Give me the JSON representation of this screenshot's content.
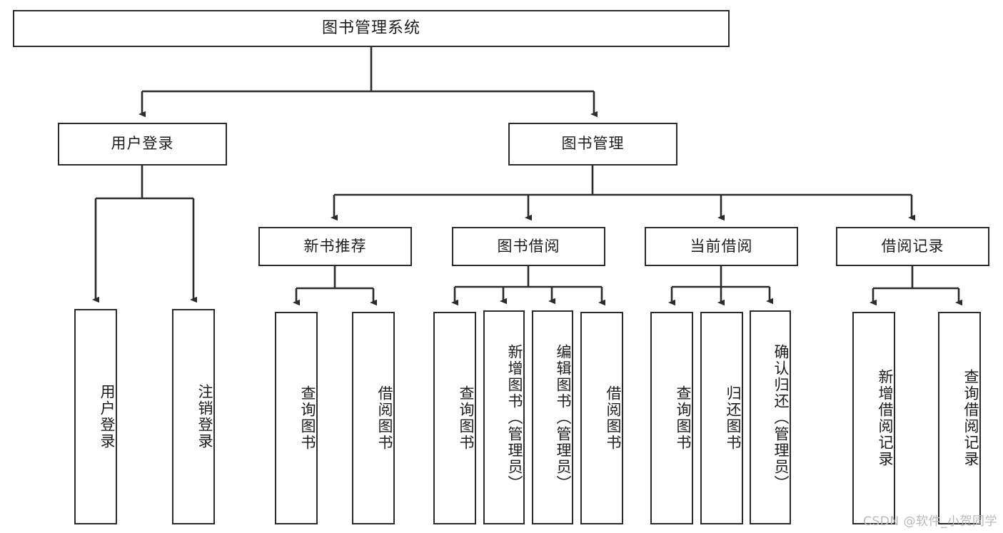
{
  "diagram": {
    "title": "图书管理系统",
    "type": "tree-hierarchy",
    "orientation": "top-down",
    "colors": {
      "background": "#ffffff",
      "box_border": "#2b2b2b",
      "box_fill": "#ffffff",
      "text": "#1c1c1c",
      "edge": "#2b2b2b",
      "watermark": "#b9b9b9"
    },
    "watermark": "CSDN @软件_小贺同学"
  },
  "nodes": {
    "root": {
      "label": "图书管理系统",
      "level": 0
    },
    "level1": [
      {
        "id": "user_login",
        "label": "用户登录"
      },
      {
        "id": "book_mgmt",
        "label": "图书管理"
      }
    ],
    "level2": [
      {
        "id": "new_book_rec",
        "label": "新书推荐",
        "parent": "book_mgmt"
      },
      {
        "id": "book_borrow",
        "label": "图书借阅",
        "parent": "book_mgmt"
      },
      {
        "id": "current_borrow",
        "label": "当前借阅",
        "parent": "book_mgmt"
      },
      {
        "id": "borrow_record",
        "label": "借阅记录",
        "parent": "book_mgmt"
      }
    ],
    "leaves": {
      "user_login": [
        {
          "id": "leaf_user_login",
          "label": "用户登录"
        },
        {
          "id": "leaf_user_logout",
          "label": "注销登录"
        }
      ],
      "new_book_rec": [
        {
          "id": "leaf_query_book_1",
          "label": "查询图书"
        },
        {
          "id": "leaf_borrow_book_1",
          "label": "借阅图书"
        }
      ],
      "book_borrow": [
        {
          "id": "leaf_query_book_2",
          "label": "查询图书"
        },
        {
          "id": "leaf_add_book",
          "label": "新增图书（管理员）"
        },
        {
          "id": "leaf_edit_book",
          "label": "编辑图书（管理员）"
        },
        {
          "id": "leaf_borrow_book_2",
          "label": "借阅图书"
        }
      ],
      "current_borrow": [
        {
          "id": "leaf_query_book_3",
          "label": "查询图书"
        },
        {
          "id": "leaf_return_book",
          "label": "归还图书"
        },
        {
          "id": "leaf_confirm_return",
          "label": "确认归还（管理员）"
        }
      ],
      "borrow_record": [
        {
          "id": "leaf_add_record",
          "label": "新增借阅记录"
        },
        {
          "id": "leaf_query_record",
          "label": "查询借阅记录"
        }
      ]
    }
  }
}
